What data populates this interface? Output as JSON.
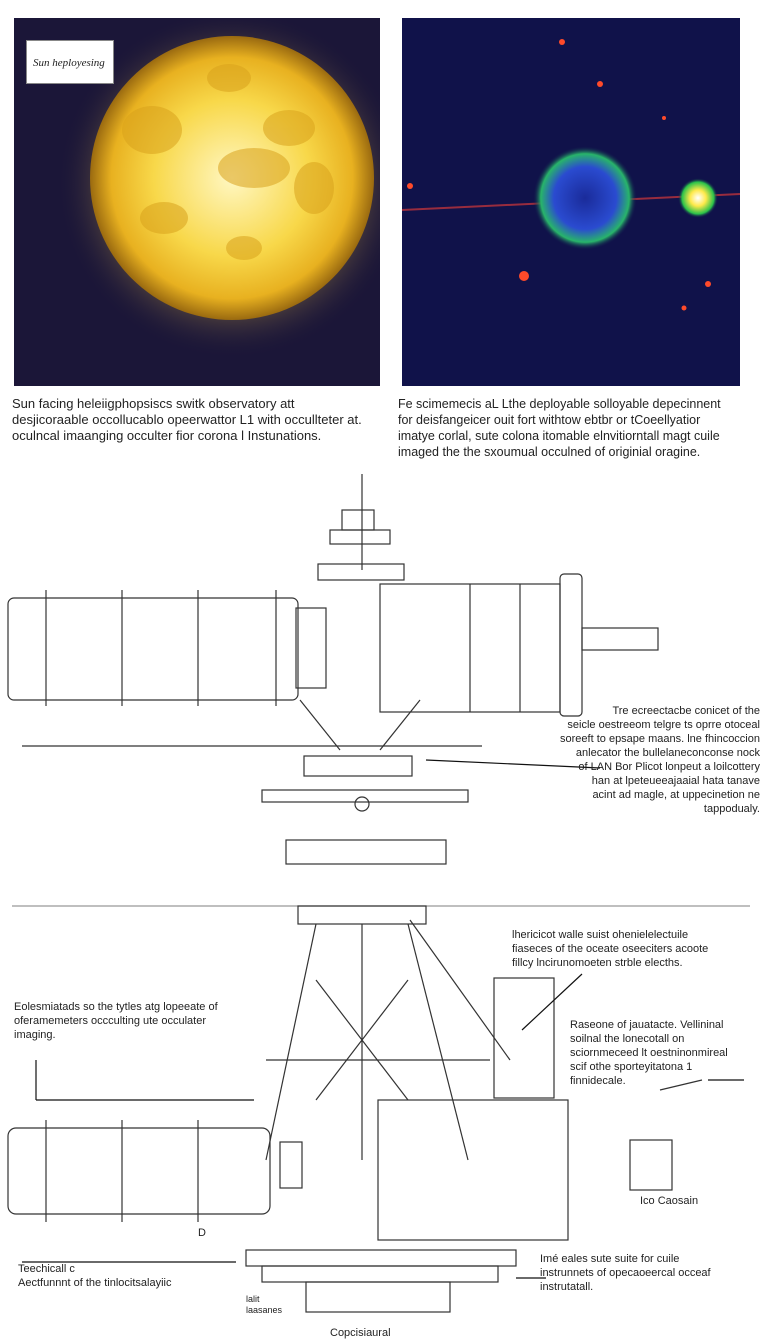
{
  "panels": {
    "sun_label": "Sun heployesing"
  },
  "captions": {
    "left": "Sun facing heleiigphopsiscs switk observatory att\ndesjicoraable occollucablo opeerwattor L1 with occullteter at.\noculncal  imaanging occulter fior corona l Instunations.",
    "right": "Fe scimemecis aL Lthe deployable solloyable depecinnent\nfor deisfangeicer ouit fort withtow ebtbr or tCoeellyatior\nimatye corlal, sute colona itomable elnvitiorntall magt cuile\nimaged the the sxoumual occulned of originial oragine."
  },
  "annotations": {
    "upper_right": "Tre ecreectacbe conicet of the\nseicle oestreeom telgre ts oprre otoceal\nsoreeft to epsape maans. lne fhincoccion\nanlecator the bullelaneconconse nock\nof LAN Bor Plicot  lonpeut a loilcottery\nhan at lpeteueeajaaial  hata tanave\nacint ad magle, at uppecinetion ne tappodualy.",
    "mid_right": "lhericicot walle suist ohenielelectuile\nfiaseces of the oceate oseeciters acoote\nfillcy lncirunomoeten strble elecths.",
    "left": "Eolesmiatads so the tytles atg lopeeate of\noferamemeters   occculting ute occulater\nimaging.",
    "right_lower": "Raseone of jauatacte.  Vellininal\nsoilnal the lonecotall on\nsciornmeceed  lt oestninonmireal\nscif othe sporteyitatona 1\nfinnidecale.",
    "tag_d": "D",
    "tag_ico": "Ico  Caosain",
    "bottom_left": "Teechicall c\nAectfunnnt of the tinlocitsalayiic",
    "bottom_box": "lalit\nlaasanes",
    "bottom_right": "Imé eales sute suite for cuile\ninstrunnets of opecaoeercal occeaf\ninstrutatall.",
    "footer": "Copcisiaural"
  }
}
